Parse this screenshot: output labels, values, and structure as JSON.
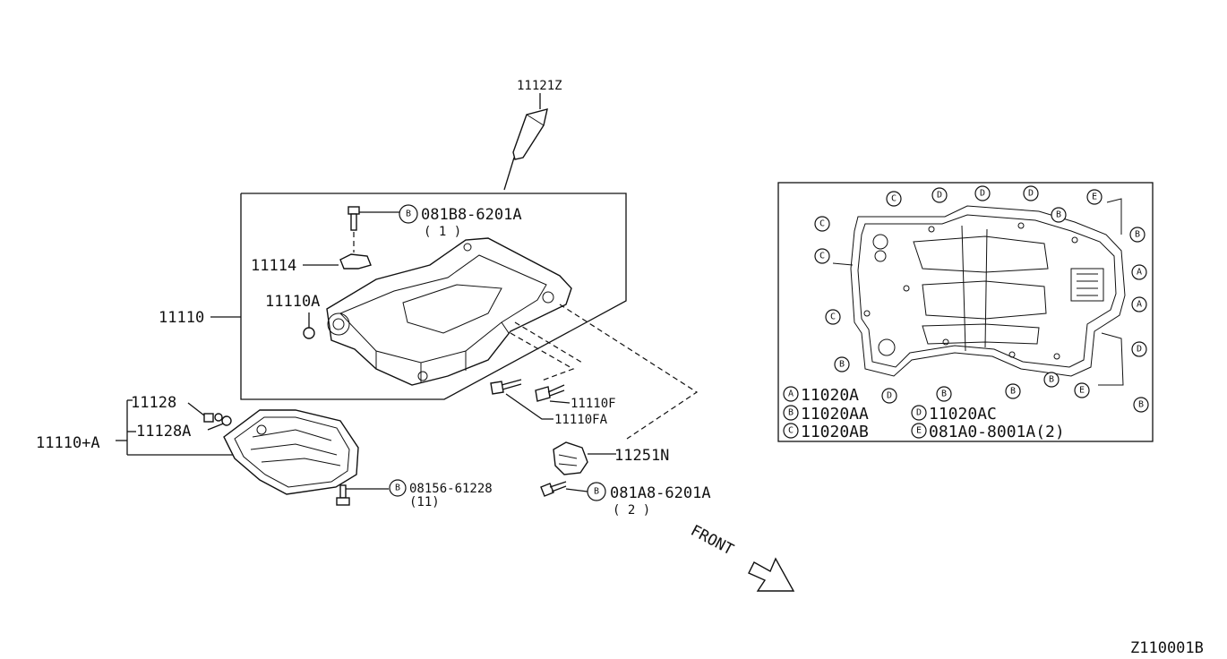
{
  "parts": {
    "sealant": "11121Z",
    "bolt_b1_code": "081B8-6201A",
    "bolt_b1_qty": "( 1 )",
    "bracket": "11114",
    "oil_pan_upper": "11110",
    "drain_plug_upper": "11110A",
    "bolt_f": "11110F",
    "bolt_fa": "11110FA",
    "drain_plug": "11128",
    "washer": "11128A",
    "oil_pan_lower": "11110+A",
    "bolt_b2_code": "08156-61228",
    "bolt_b2_qty": "(11)",
    "baffle": "11251N",
    "bolt_b3_code": "081A8-6201A",
    "bolt_b3_qty": "( 2 )",
    "front_label": "FRONT",
    "diagram_code": "Z110001B"
  },
  "callout_letter": "B",
  "legend": {
    "items": [
      {
        "letter": "A",
        "text": "11020A"
      },
      {
        "letter": "B",
        "text": "11020AA"
      },
      {
        "letter": "C",
        "text": "11020AB"
      },
      {
        "letter": "D",
        "text": "11020AC"
      },
      {
        "letter": "E",
        "text": "081A0-8001A(2)"
      }
    ],
    "markers": [
      "C",
      "D",
      "D",
      "D",
      "E",
      "B",
      "C",
      "C",
      "B",
      "A",
      "A",
      "C",
      "D",
      "B",
      "D",
      "B",
      "B",
      "B",
      "E",
      "B"
    ]
  }
}
